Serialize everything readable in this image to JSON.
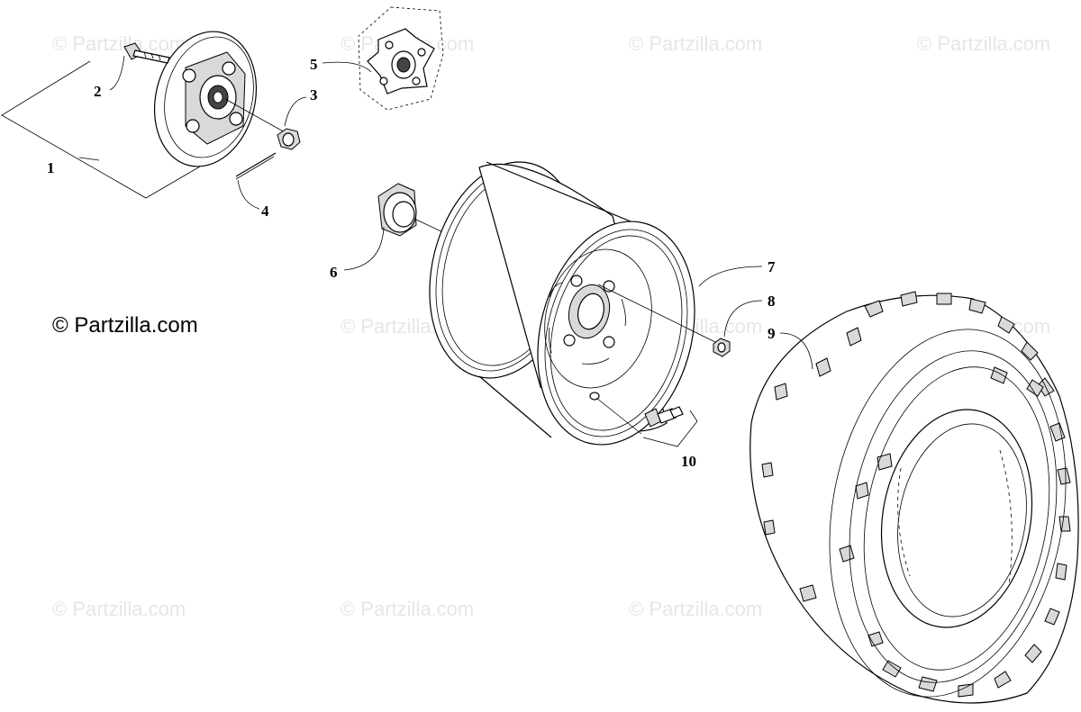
{
  "watermark": "© Partzilla.com",
  "copyright": "© Partzilla.com",
  "callouts": [
    "1",
    "2",
    "3",
    "4",
    "5",
    "6",
    "7",
    "8",
    "9",
    "10"
  ]
}
